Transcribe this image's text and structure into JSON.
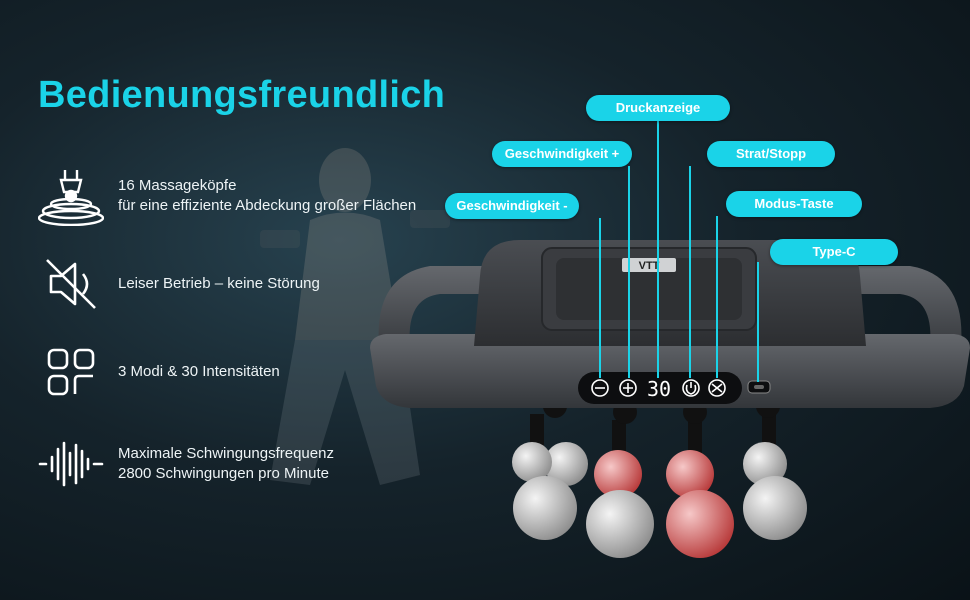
{
  "headline": "Bedienungsfreundlich",
  "features": [
    {
      "icon": "massage-head-icon",
      "line1": "16 Massageköpfe",
      "line2": "für eine effiziente Abdeckung großer Flächen"
    },
    {
      "icon": "muted-speaker-icon",
      "line1": "Leiser Betrieb – keine Störung",
      "line2": ""
    },
    {
      "icon": "modes-grid-icon",
      "line1": "3 Modi & 30 Intensitäten",
      "line2": ""
    },
    {
      "icon": "sound-wave-icon",
      "line1": "Maximale Schwingungsfrequenz",
      "line2": "2800 Schwingungen pro Minute"
    }
  ],
  "callouts": {
    "pressure_display": "Druckanzeige",
    "speed_up": "Geschwindigkeit +",
    "start_stop": "Strat/Stopp",
    "speed_down": "Geschwindigkeit -",
    "mode_button": "Modus-Taste",
    "type_c": "Type-C"
  },
  "device": {
    "brand": "VTT",
    "display_value": "30"
  },
  "colors": {
    "accent": "#1ad3e8",
    "background": "#15232b",
    "device_body": "#4a4d52"
  }
}
